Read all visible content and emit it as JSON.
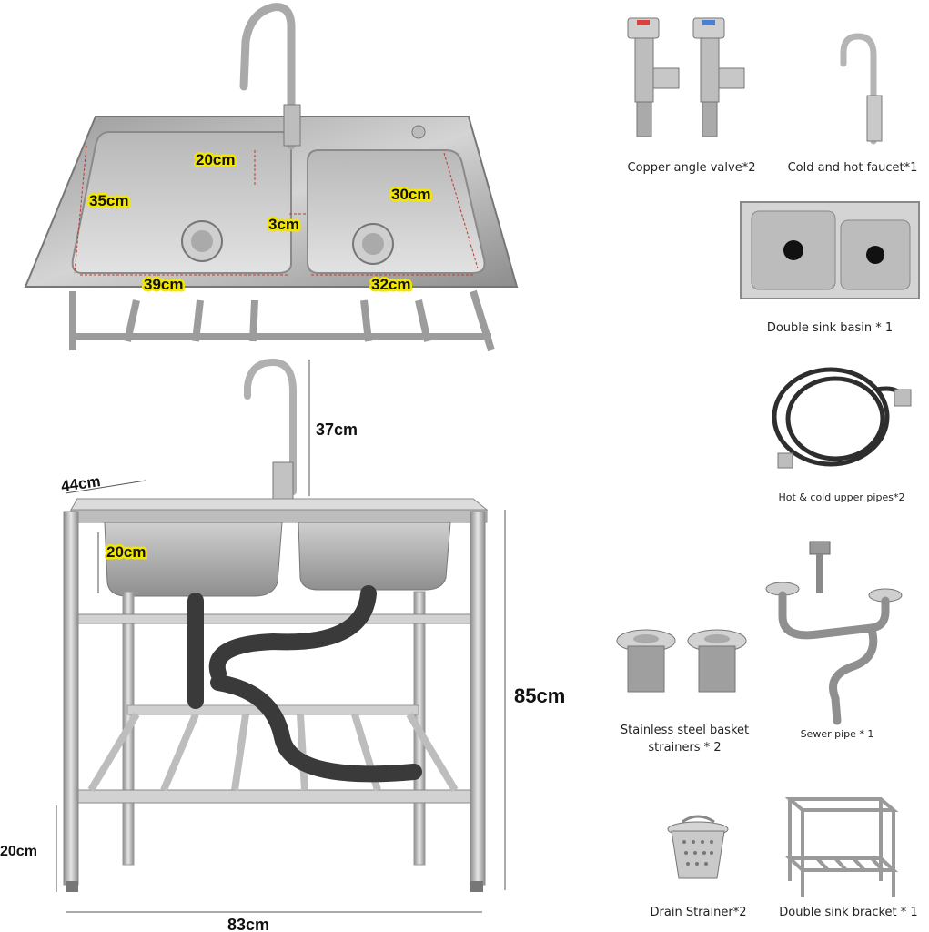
{
  "top_view": {
    "dimensions": [
      "20cm",
      "35cm",
      "30cm",
      "3cm",
      "39cm",
      "32cm"
    ]
  },
  "front_view": {
    "dimensions": {
      "faucet_height": "37cm",
      "depth": "44cm",
      "basin_depth": "20cm",
      "total_height": "85cm",
      "leg_height": "20cm",
      "width": "83cm"
    }
  },
  "parts": [
    {
      "label": "Copper angle valve*2",
      "icon": "angle-valve-icon"
    },
    {
      "label": "Cold and hot faucet*1",
      "icon": "faucet-icon"
    },
    {
      "label": "Double sink basin * 1",
      "icon": "sink-basin-icon"
    },
    {
      "label": "Hot & cold upper pipes*2",
      "icon": "hose-icon"
    },
    {
      "label": "Stainless steel basket strainers * 2",
      "icon": "basket-strainer-icon"
    },
    {
      "label": "Sewer pipe * 1",
      "icon": "sewer-pipe-icon"
    },
    {
      "label": "Drain Strainer*2",
      "icon": "drain-strainer-icon"
    },
    {
      "label": "Double sink bracket * 1",
      "icon": "sink-bracket-icon"
    }
  ],
  "colors": {
    "steel_light": "#d8d8d8",
    "steel_dark": "#8a8a8a",
    "label_highlight": "#f2e600",
    "hose": "#3a3a3a"
  }
}
